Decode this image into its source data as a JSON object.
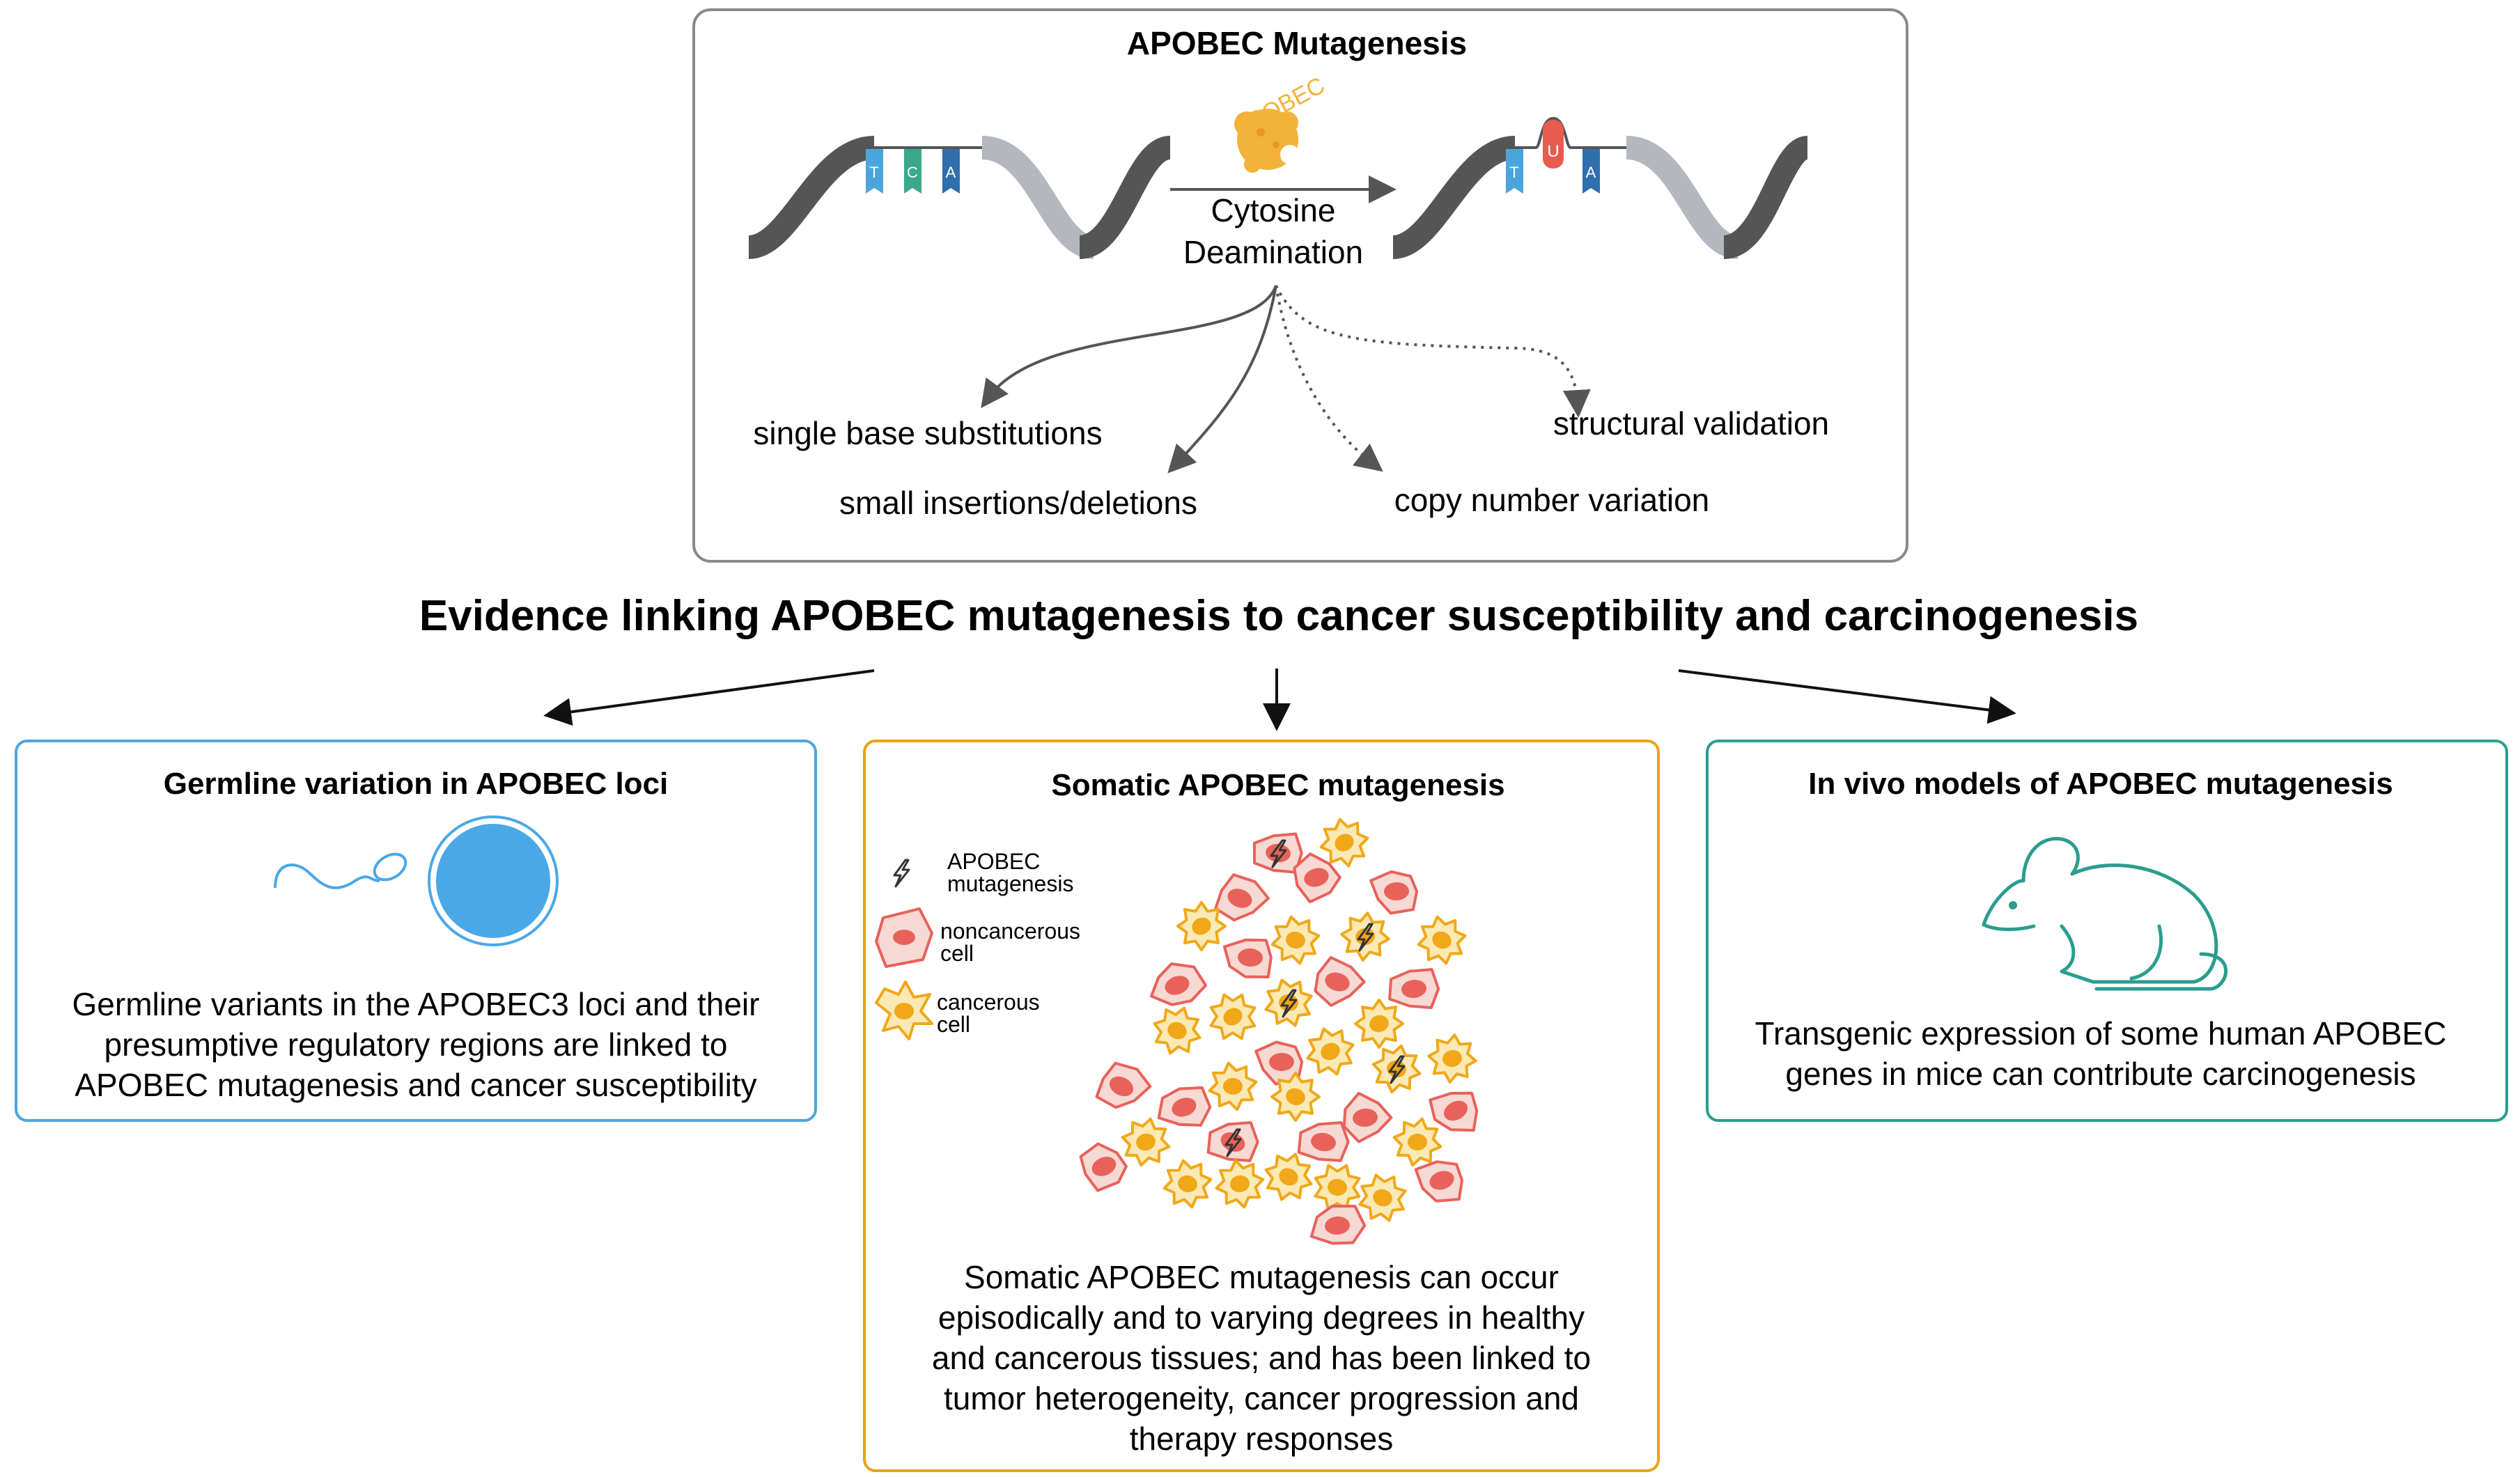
{
  "top_panel": {
    "title": "APOBEC Mutagenesis",
    "enzyme_label": "APOBEC",
    "process_line1": "Cytosine",
    "process_line2": "Deamination",
    "before_bases": [
      "T",
      "C",
      "A"
    ],
    "after_bases": [
      "T",
      "U",
      "A"
    ],
    "outcomes": {
      "sbs": "single base substitutions",
      "indels": "small insertions/deletions",
      "cnv": "copy number variation",
      "structural": "structural validation"
    }
  },
  "main_heading": "Evidence linking APOBEC mutagenesis to cancer susceptibility and carcinogenesis",
  "germline": {
    "title": "Germline variation in APOBEC loci",
    "lines": [
      "Germline variants in the APOBEC3 loci and their",
      "presumptive regulatory regions are linked to",
      "APOBEC mutagenesis and cancer susceptibility"
    ]
  },
  "somatic": {
    "title": "Somatic APOBEC mutagenesis",
    "legend": {
      "mut_line1": "APOBEC",
      "mut_line2": "mutagenesis",
      "non_line1": "noncancerous",
      "non_line2": "cell",
      "can_line1": "cancerous",
      "can_line2": "cell"
    },
    "lines": [
      "Somatic APOBEC mutagenesis can occur",
      "episodically and to varying degrees in healthy",
      "and cancerous tissues; and has been linked to",
      "tumor heterogeneity, cancer progression and",
      "therapy responses"
    ]
  },
  "invivo": {
    "title": "In vivo models of APOBEC mutagenesis",
    "lines": [
      "Transgenic expression of some human APOBEC",
      "genes in mice can contribute carcinogenesis"
    ]
  },
  "colors": {
    "blue_box": "#4da6dc",
    "orange_box": "#e8a317",
    "green_box": "#2a9d8f",
    "top_box": "#8a8a8a",
    "cell_red": "#e8625a",
    "cell_red_fill": "#f7d9d4",
    "cell_orange": "#f0a818",
    "cell_orange_fill": "#fbe9b5",
    "base_T": "#4ba5dd",
    "base_C": "#3aa88a",
    "base_A": "#2f6fae",
    "base_U": "#e85c50",
    "apobec": "#f3b23a",
    "egg": "#4aa8e6",
    "dna_dark": "#555555",
    "dna_light": "#b4b8be"
  }
}
